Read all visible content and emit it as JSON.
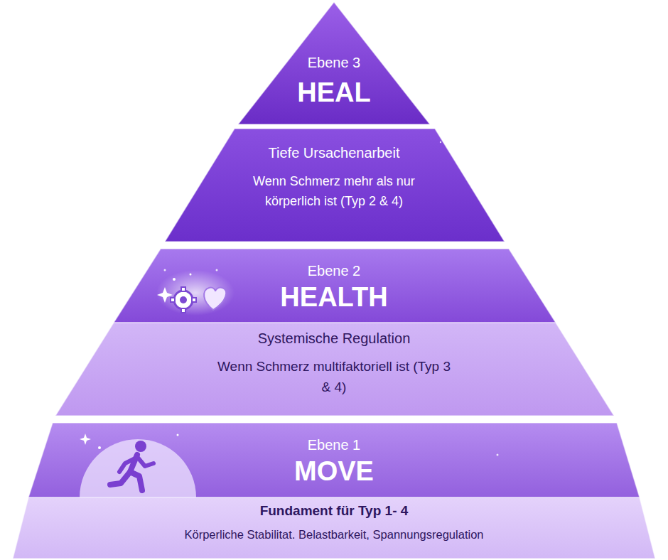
{
  "diagram": {
    "nodes": [
      {
        "text": [
          "Ebene 3",
          "HEAL",
          "Tiefe Ursachenarbeit",
          "Wenn Schmerz mehr als nur körperlich ist (Typ 2 & 4)"
        ]
      },
      {
        "text": [
          "Ebene 2",
          "HEALTH",
          "Systemische Regulation",
          "Wenn Schmerz multifaktoriell ist (Typ 3 & 4)"
        ]
      },
      {
        "text": [
          "Ebene 1",
          "MOVE",
          "Fundament für Typ 1- 4",
          "Körperliche Stabilitat. Belastbarkeit, Spannungsregulation"
        ]
      }
    ]
  }
}
